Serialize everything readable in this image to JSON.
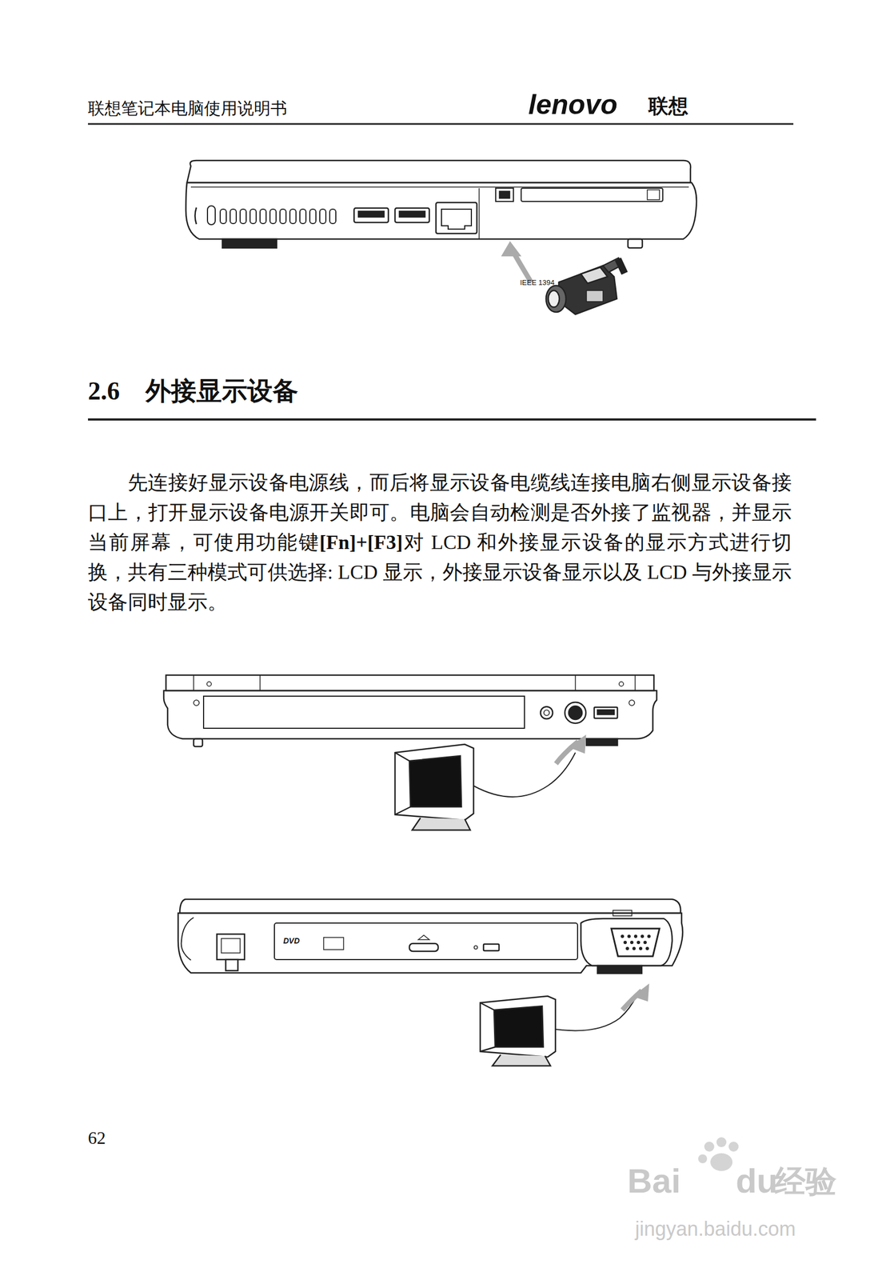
{
  "diagram": {
    "title": "2.6　外接显示设备",
    "labels": [
      "联想笔记本电脑使用说明书",
      "lenovo",
      "联想",
      "IEEE 1394",
      "先连接好显示设备电源线，而后将显示设备电缆线连接电脑右侧显示设备接口上，打开显示设备电源开关即可。电脑会自动检测是否外接了监视器，并显示当前屏幕，可使用功能键",
      "[Fn]+[F3]",
      "对 LCD 和外接显示设备的显示方式进行切换，共有三种模式可供选择: LCD 显示，外接显示设备显示以及 LCD 与外接显示设备同时显示。",
      "DVD",
      "62",
      "Bai",
      "du",
      "经验",
      "jingyan.baidu.com"
    ]
  }
}
